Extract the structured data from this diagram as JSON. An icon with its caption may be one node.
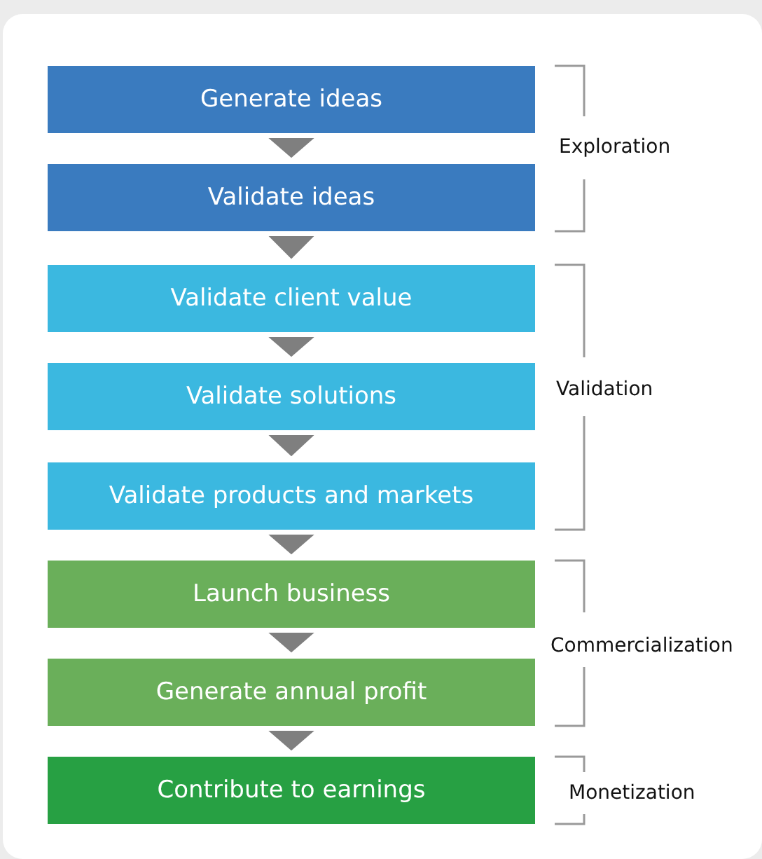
{
  "diagram": {
    "nodes": [
      {
        "text": [
          "Generate ideas"
        ]
      },
      {
        "text": [
          "Validate ideas"
        ]
      },
      {
        "text": [
          "Validate client value"
        ]
      },
      {
        "text": [
          "Validate solutions"
        ]
      },
      {
        "text": [
          "Validate products and markets"
        ]
      },
      {
        "text": [
          "Launch business"
        ]
      },
      {
        "text": [
          "Generate annual profit"
        ]
      },
      {
        "text": [
          "Contribute to earnings"
        ]
      }
    ],
    "edges": [
      {
        "from": 0,
        "to": 1,
        "arrow": "to"
      },
      {
        "from": 1,
        "to": 2,
        "arrow": "to"
      },
      {
        "from": 2,
        "to": 3,
        "arrow": "to"
      },
      {
        "from": 3,
        "to": 4,
        "arrow": "to"
      },
      {
        "from": 4,
        "to": 5,
        "arrow": "to"
      },
      {
        "from": 5,
        "to": 6,
        "arrow": "to"
      },
      {
        "from": 6,
        "to": 7,
        "arrow": "to"
      }
    ],
    "labels": [
      "Exploration",
      "Validation",
      "Commercialization",
      "Monetization"
    ]
  }
}
